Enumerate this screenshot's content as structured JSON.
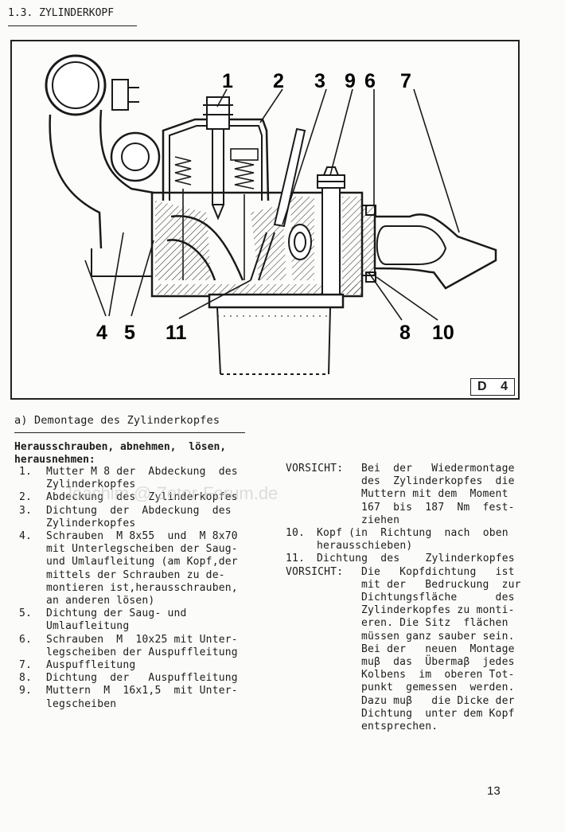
{
  "section": {
    "title": "1.3. ZYLINDERKOPF"
  },
  "figure": {
    "callouts": [
      "1",
      "2",
      "3",
      "9",
      "6",
      "7",
      "4",
      "5",
      "11",
      "8",
      "10"
    ],
    "id_letter": "D",
    "id_number": "4"
  },
  "subsection": {
    "heading": "a) Demontage des Zylinderkopfes"
  },
  "actions": {
    "heading_line1": "Herausschrauben, abnehmen,  lösen,",
    "heading_line2": "herausnehmen:"
  },
  "items_left": [
    {
      "num": "1.",
      "lines": [
        "Mutter M 8 der  Abdeckung  des",
        "Zylinderkopfes"
      ]
    },
    {
      "num": "2.",
      "lines": [
        "Abdeckung  des  Zylinderkopfes"
      ]
    },
    {
      "num": "3.",
      "lines": [
        "Dichtung  der  Abdeckung  des",
        "Zylinderkopfes"
      ]
    },
    {
      "num": "4.",
      "lines": [
        "Schrauben  M 8x55  und  M 8x70",
        "mit Unterlegscheiben der Saug-",
        "und Umlaufleitung (am Kopf,der",
        "mittels der Schrauben zu de-",
        "montieren ist,herausschrauben,",
        "an anderen lösen)"
      ]
    },
    {
      "num": "5.",
      "lines": [
        "Dichtung der Saug- und",
        "Umlaufleitung"
      ]
    },
    {
      "num": "6.",
      "lines": [
        "Schrauben  M  10x25 mit Unter-",
        "legscheiben der Auspuffleitung"
      ]
    },
    {
      "num": "7.",
      "lines": [
        "Auspuffleitung"
      ]
    },
    {
      "num": "8.",
      "lines": [
        "Dichtung  der   Auspuffleitung"
      ]
    },
    {
      "num": "9.",
      "lines": [
        "Muttern  M  16x1,5  mit Unter-",
        "legscheiben"
      ]
    }
  ],
  "notes_right": {
    "warning1_label": "VORSICHT:",
    "warning1_lines": [
      "Bei  der   Wiedermontage",
      "des  Zylinderkopfes  die",
      "Muttern mit dem  Moment",
      "167  bis  187  Nm  fest-",
      "ziehen"
    ],
    "item10_num": "10.",
    "item10_lines": [
      "Kopf (in  Richtung  nach  oben",
      "herausschieben)"
    ],
    "item11_num": "11.",
    "item11_lines": [
      "Dichtung  des    Zylinderkopfes"
    ],
    "warning2_label": "VORSICHT:",
    "warning2_lines": [
      "Die   Kopfdichtung   ist",
      "mit der   Bedruckung  zur",
      "Dichtungsfläche      des",
      "Zylinderkopfes zu monti-",
      "eren. Die Sitz  flächen",
      "müssen ganz sauber sein.",
      "Bei der   neuen  Montage",
      "muβ  das  Übermaβ  jedes",
      "Kolbens  im  oberen Tot-",
      "punkt  gemessen  werden.",
      "Dazu muβ   die Dicke der",
      "Dichtung  unter dem Kopf",
      "entsprechen."
    ]
  },
  "watermark": "Joachim @ Zetor-Forum.de",
  "page_number": "13"
}
